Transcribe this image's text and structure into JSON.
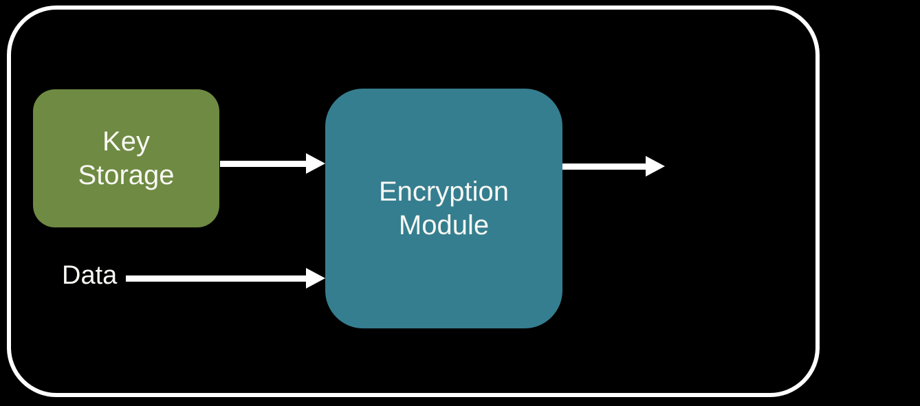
{
  "colors": {
    "background": "#000000",
    "frame_border": "#FFFFFF",
    "key_storage_fill": "#6F8A42",
    "encryption_module_fill": "#357E8F",
    "text": "#F8F8F4",
    "arrow": "#FFFFFF"
  },
  "nodes": {
    "key_storage": {
      "label": "Key\nStorage"
    },
    "encryption_module": {
      "label": "Encryption\nModule"
    }
  },
  "labels": {
    "data_input": "Data"
  },
  "edges": [
    {
      "from": "key_storage",
      "to": "encryption_module"
    },
    {
      "from": "data_input",
      "to": "encryption_module"
    },
    {
      "from": "encryption_module",
      "to": "output"
    }
  ]
}
